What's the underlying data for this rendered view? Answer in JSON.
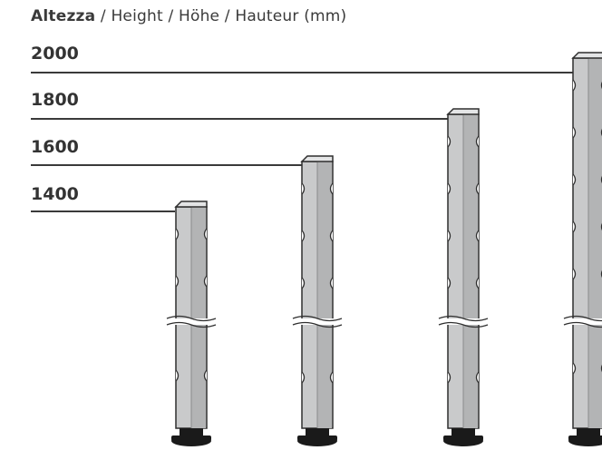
{
  "title": {
    "bold": "Altezza",
    "rest": " / Height / Höhe / Hauteur (mm)"
  },
  "heights": [
    {
      "value": "2000"
    },
    {
      "value": "1800"
    },
    {
      "value": "1600"
    },
    {
      "value": "1400"
    }
  ],
  "colors": {
    "post_face": "#c9cacb",
    "post_side": "#b3b4b5",
    "post_outline": "#2f2f2f",
    "base": "#1a1a1a",
    "line": "#3a3a3a",
    "text": "#333333"
  }
}
